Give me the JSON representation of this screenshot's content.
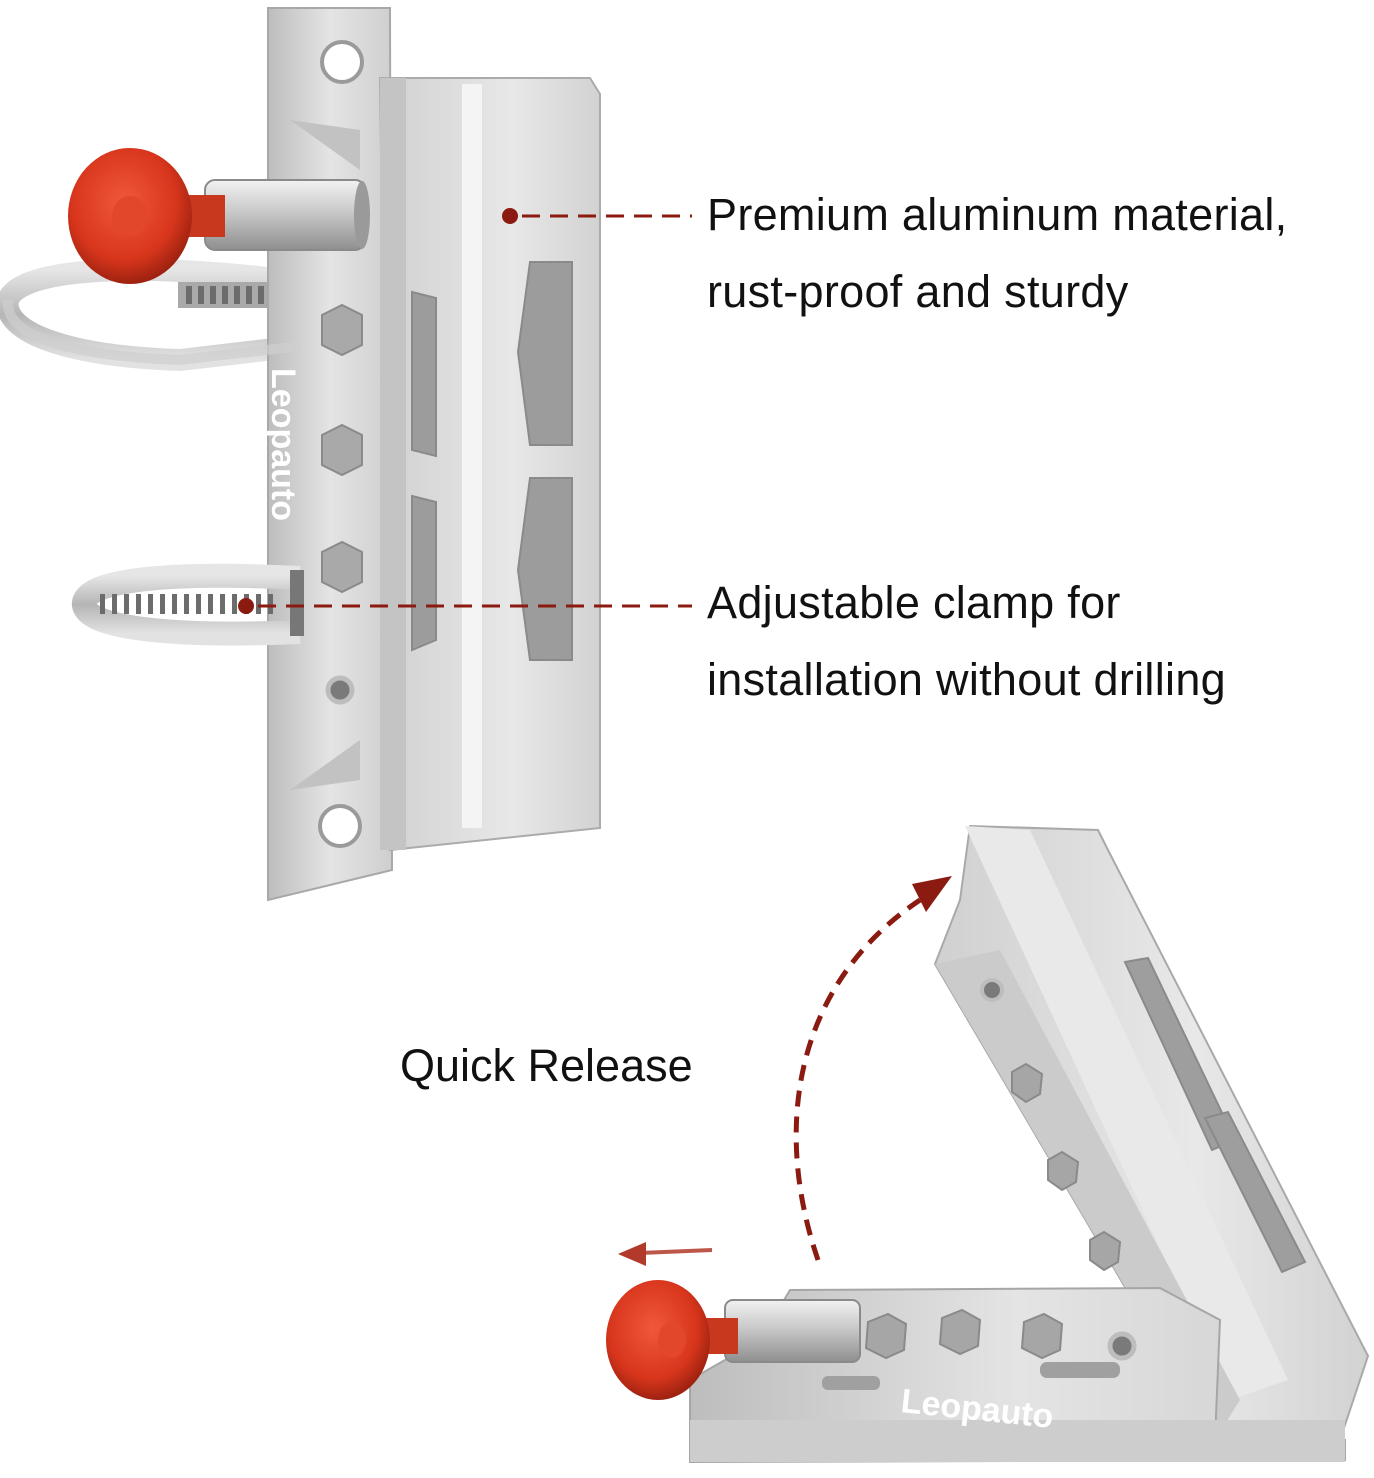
{
  "callouts": {
    "material": {
      "line1": "Premium aluminum material,",
      "line2": "rust-proof and sturdy"
    },
    "clamp": {
      "line1": "Adjustable clamp for",
      "line2": "installation without drilling"
    }
  },
  "quick_release": {
    "label": "Quick Release"
  },
  "brand": {
    "logo_text": "Leopauto"
  },
  "colors": {
    "accent_red": "#d8361c",
    "leader_line": "#8b1a10",
    "aluminum": "#d6d6d6",
    "text": "#111111"
  }
}
